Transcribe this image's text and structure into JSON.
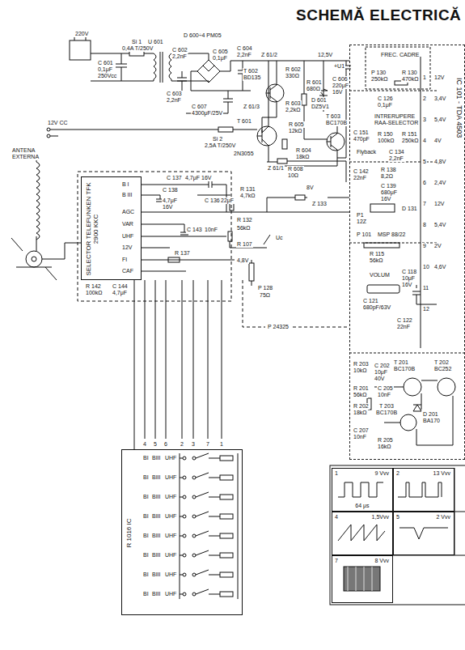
{
  "diagram": {
    "title": "SCHEMĂ ELECTRICĂ",
    "nodes": [
      {
        "text": [
          "SELECTOR TELEFUNKEN TFK 2900 KKC"
        ]
      },
      {
        "text": [
          "R 1016 IC"
        ]
      },
      {
        "text": [
          "IC 101 - TDA 4503"
        ]
      },
      {
        "text": [
          "1",
          "9 Vvv",
          "64 μs"
        ]
      },
      {
        "text": [
          "2",
          "13 Vvv"
        ]
      },
      {
        "text": [
          "4",
          "1,5Vvv"
        ]
      },
      {
        "text": [
          "5",
          "2 Vvv"
        ]
      },
      {
        "text": [
          "7",
          "8 Vvv"
        ]
      }
    ],
    "edges": [
      {
        "from": 0,
        "to": 1,
        "arrow": "none"
      },
      {
        "from": 0,
        "to": 2,
        "arrow": "none"
      }
    ],
    "labels": [
      "220V",
      "Si 1",
      "0,4A T/250V",
      "C 601",
      "0,1μF",
      "250Vcc",
      "U 601",
      "C 602",
      "2,2nF",
      "D 600÷4 PM05",
      "C 605",
      "0,1μF",
      "C 604",
      "2,2nF",
      "C 603",
      "2,2nF",
      "C 607",
      "4300μF/25V",
      "12V CC",
      "Si 2",
      "2,5A T/250V",
      "Z 61/2",
      "12,5V",
      "+U1",
      "T 602",
      "BD135",
      "R 602",
      "330Ω",
      "R 601",
      "680Ω",
      "C 606",
      "220μF",
      "16V",
      "D 601",
      "DZ5V1",
      "T 603",
      "BC170B",
      "R 605",
      "12kΩ",
      "R 603",
      "2,2kΩ",
      "R 604",
      "18kΩ",
      "T 601",
      "2N3055",
      "Z 61/3",
      "Z 61/1",
      "R 608",
      "10Ω",
      "ANTENA EXTERNA",
      "B I",
      "B III",
      "AGC",
      "VAR",
      "UHF",
      "12V",
      "FI",
      "CAF",
      "C 137",
      "4,7μF 16V",
      "C 138",
      "4,7μF",
      "16V",
      "C 136",
      "22μF",
      "R 131",
      "4,7kΩ",
      "R 132",
      "56kΩ",
      "C 143",
      "10nF",
      "R 137",
      "R 107",
      "Uc",
      "4,8V",
      "R 142",
      "100kΩ",
      "C 144",
      "4,7μF",
      "Z 133",
      "8V",
      "P 128",
      "75Ω",
      "P 24325",
      "4",
      "5",
      "6",
      "2",
      "3",
      "7",
      "1",
      "FREC. CADRE",
      "P 130",
      "250kΩ",
      "R 130",
      "470kΩ",
      "C 126",
      "0,1μF",
      "INTRERUPERE",
      "RAA-SELECTOR",
      "C 151",
      "470pF",
      "R 150",
      "100kΩ",
      "R 151",
      "250kΩ",
      "Flyback",
      "C 134",
      "2,2nF",
      "C 142",
      "22nF",
      "R 138",
      "8,2Ω",
      "C 139",
      "680μF",
      "16V",
      "D 131",
      "P1",
      "12Z",
      "P 101",
      "MSP 88/22",
      "R 115",
      "56kΩ",
      "VOLUM",
      "C 118",
      "10μF",
      "16V",
      "C 121",
      "680pF/63V",
      "C 122",
      "22nF",
      "1",
      "2",
      "3",
      "4",
      "5",
      "6",
      "7",
      "8",
      "9",
      "10",
      "11",
      "12",
      "12V",
      "3,4V",
      "5,4V",
      "4V",
      "4,8V",
      "2,4V",
      "12V",
      "5,4V",
      "2V",
      "4,6V",
      "R 203",
      "10kΩ",
      "C 202",
      "10μF",
      "40V",
      "T 201",
      "BC170B",
      "T 202",
      "BC252",
      "R 201",
      "56kΩ",
      "R 202",
      "18kΩ",
      "C 205",
      "10nF",
      "T 203",
      "BC170B",
      "C 207",
      "10nF",
      "R 205",
      "16kΩ",
      "D 201",
      "BA170",
      "BI",
      "BIII",
      "UHF",
      "BI",
      "BIII",
      "UHF",
      "BI",
      "BIII",
      "UHF",
      "BI",
      "BIII",
      "UHF",
      "BI",
      "BIII",
      "UHF",
      "BI",
      "BIII",
      "UHF",
      "BI",
      "BIII",
      "UHF",
      "BI",
      "BIII",
      "UHF"
    ]
  }
}
